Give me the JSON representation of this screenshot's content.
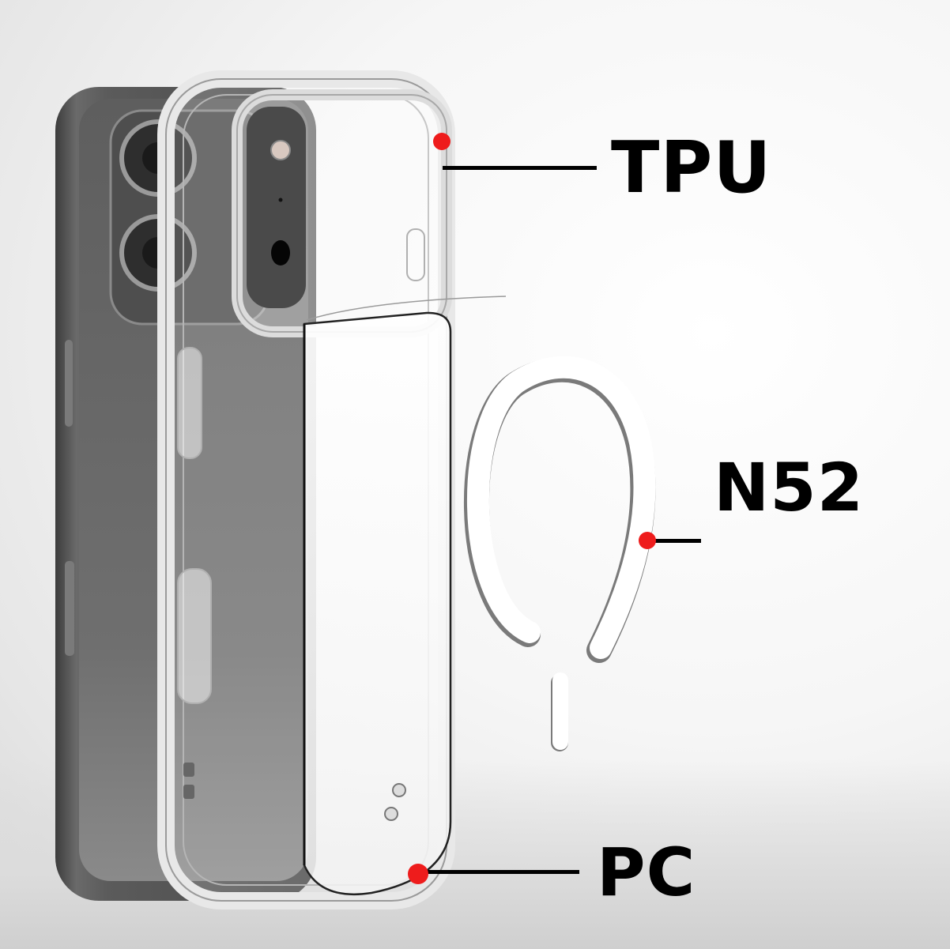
{
  "diagram": {
    "type": "exploded-product-view",
    "subject": "clear phone case layers",
    "accent_color": "#ee1c1c",
    "text_color": "#000000",
    "components": [
      {
        "id": "phone",
        "description": "dark gray smartphone with triple camera"
      },
      {
        "id": "tpu_frame",
        "description": "clear TPU bumper frame"
      },
      {
        "id": "pc_back",
        "description": "clear PC back plate"
      },
      {
        "id": "magnet_ring",
        "description": "white N52 magnetic ring"
      }
    ],
    "callouts": [
      {
        "label": "TPU",
        "target": "tpu_frame"
      },
      {
        "label": "N52",
        "target": "magnet_ring"
      },
      {
        "label": "PC",
        "target": "pc_back"
      }
    ]
  },
  "labels": {
    "tpu": "TPU",
    "n52": "N52",
    "pc": "PC"
  }
}
